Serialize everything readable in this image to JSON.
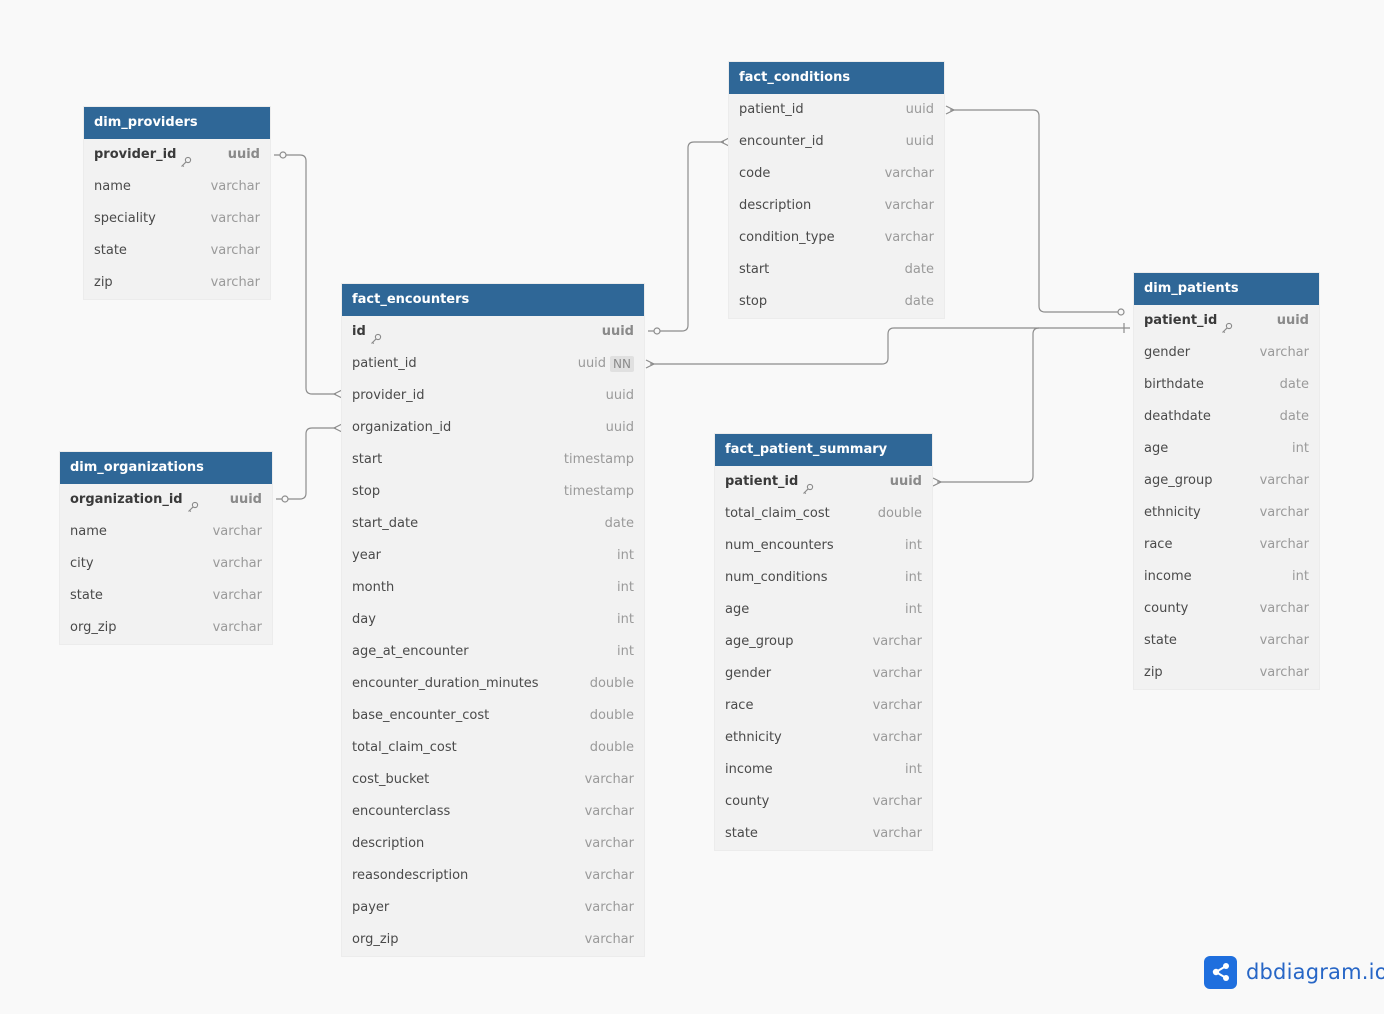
{
  "tables": {
    "dim_providers": {
      "title": "dim_providers",
      "fields": [
        {
          "name": "provider_id",
          "type": "uuid",
          "pk": true
        },
        {
          "name": "name",
          "type": "varchar"
        },
        {
          "name": "speciality",
          "type": "varchar"
        },
        {
          "name": "state",
          "type": "varchar"
        },
        {
          "name": "zip",
          "type": "varchar"
        }
      ]
    },
    "dim_organizations": {
      "title": "dim_organizations",
      "fields": [
        {
          "name": "organization_id",
          "type": "uuid",
          "pk": true
        },
        {
          "name": "name",
          "type": "varchar"
        },
        {
          "name": "city",
          "type": "varchar"
        },
        {
          "name": "state",
          "type": "varchar"
        },
        {
          "name": "org_zip",
          "type": "varchar"
        }
      ]
    },
    "fact_encounters": {
      "title": "fact_encounters",
      "fields": [
        {
          "name": "id",
          "type": "uuid",
          "pk": true
        },
        {
          "name": "patient_id",
          "type": "uuid",
          "badge": "NN"
        },
        {
          "name": "provider_id",
          "type": "uuid"
        },
        {
          "name": "organization_id",
          "type": "uuid"
        },
        {
          "name": "start",
          "type": "timestamp"
        },
        {
          "name": "stop",
          "type": "timestamp"
        },
        {
          "name": "start_date",
          "type": "date"
        },
        {
          "name": "year",
          "type": "int"
        },
        {
          "name": "month",
          "type": "int"
        },
        {
          "name": "day",
          "type": "int"
        },
        {
          "name": "age_at_encounter",
          "type": "int"
        },
        {
          "name": "encounter_duration_minutes",
          "type": "double"
        },
        {
          "name": "base_encounter_cost",
          "type": "double"
        },
        {
          "name": "total_claim_cost",
          "type": "double"
        },
        {
          "name": "cost_bucket",
          "type": "varchar"
        },
        {
          "name": "encounterclass",
          "type": "varchar"
        },
        {
          "name": "description",
          "type": "varchar"
        },
        {
          "name": "reasondescription",
          "type": "varchar"
        },
        {
          "name": "payer",
          "type": "varchar"
        },
        {
          "name": "org_zip",
          "type": "varchar"
        }
      ]
    },
    "fact_conditions": {
      "title": "fact_conditions",
      "fields": [
        {
          "name": "patient_id",
          "type": "uuid"
        },
        {
          "name": "encounter_id",
          "type": "uuid"
        },
        {
          "name": "code",
          "type": "varchar"
        },
        {
          "name": "description",
          "type": "varchar"
        },
        {
          "name": "condition_type",
          "type": "varchar"
        },
        {
          "name": "start",
          "type": "date"
        },
        {
          "name": "stop",
          "type": "date"
        }
      ]
    },
    "fact_patient_summary": {
      "title": "fact_patient_summary",
      "fields": [
        {
          "name": "patient_id",
          "type": "uuid",
          "pk": true
        },
        {
          "name": "total_claim_cost",
          "type": "double"
        },
        {
          "name": "num_encounters",
          "type": "int"
        },
        {
          "name": "num_conditions",
          "type": "int"
        },
        {
          "name": "age",
          "type": "int"
        },
        {
          "name": "age_group",
          "type": "varchar"
        },
        {
          "name": "gender",
          "type": "varchar"
        },
        {
          "name": "race",
          "type": "varchar"
        },
        {
          "name": "ethnicity",
          "type": "varchar"
        },
        {
          "name": "income",
          "type": "int"
        },
        {
          "name": "county",
          "type": "varchar"
        },
        {
          "name": "state",
          "type": "varchar"
        }
      ]
    },
    "dim_patients": {
      "title": "dim_patients",
      "fields": [
        {
          "name": "patient_id",
          "type": "uuid",
          "pk": true
        },
        {
          "name": "gender",
          "type": "varchar"
        },
        {
          "name": "birthdate",
          "type": "date"
        },
        {
          "name": "deathdate",
          "type": "date"
        },
        {
          "name": "age",
          "type": "int"
        },
        {
          "name": "age_group",
          "type": "varchar"
        },
        {
          "name": "ethnicity",
          "type": "varchar"
        },
        {
          "name": "race",
          "type": "varchar"
        },
        {
          "name": "income",
          "type": "int"
        },
        {
          "name": "county",
          "type": "varchar"
        },
        {
          "name": "state",
          "type": "varchar"
        },
        {
          "name": "zip",
          "type": "varchar"
        }
      ]
    }
  },
  "brand": {
    "name": "dbdiagram.io",
    "accent": "#1f6fde"
  },
  "colors": {
    "header": "#2f6797",
    "body": "#f2f2f2",
    "line": "#8d8d8d"
  }
}
